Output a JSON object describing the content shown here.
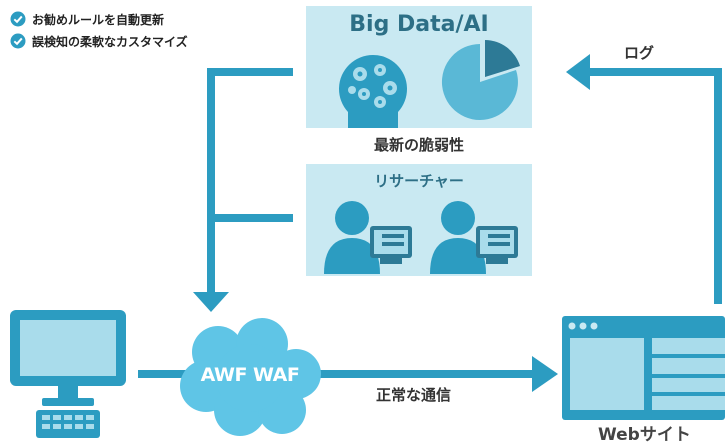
{
  "features": [
    {
      "label": "お勧めルールを自動更新",
      "icon": "check-circle-icon"
    },
    {
      "label": "誤検知の柔軟なカスタマイズ",
      "icon": "check-circle-icon"
    }
  ],
  "bigdata": {
    "title": "Big Data/AI",
    "caption": "最新の脆弱性"
  },
  "researcher": {
    "title": "リサーチャー"
  },
  "log_label": "ログ",
  "waf": {
    "label": "AWF WAF"
  },
  "traffic_label": "正常な通信",
  "website": {
    "label": "Webサイト"
  },
  "colors": {
    "accent": "#2c9cc1",
    "box_bg": "#c9e9f2",
    "cloud": "#5fc5e6",
    "dark": "#2d7a96"
  }
}
